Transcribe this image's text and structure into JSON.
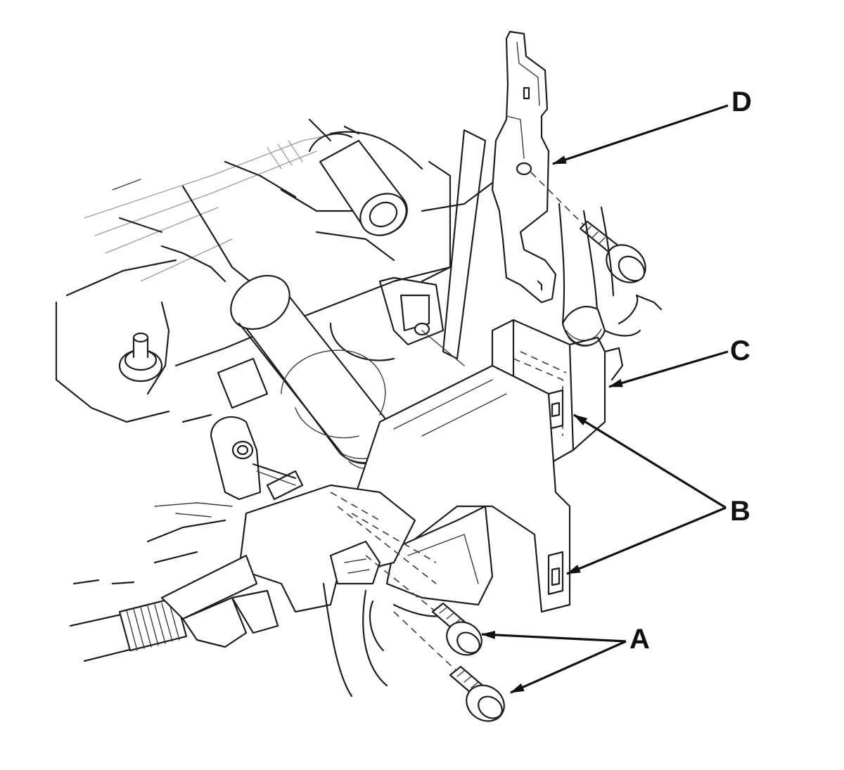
{
  "callouts": {
    "a": "A",
    "b": "B",
    "c": "C",
    "d": "D"
  },
  "colors": {
    "line": "#1e1e1e",
    "background": "#ffffff"
  }
}
